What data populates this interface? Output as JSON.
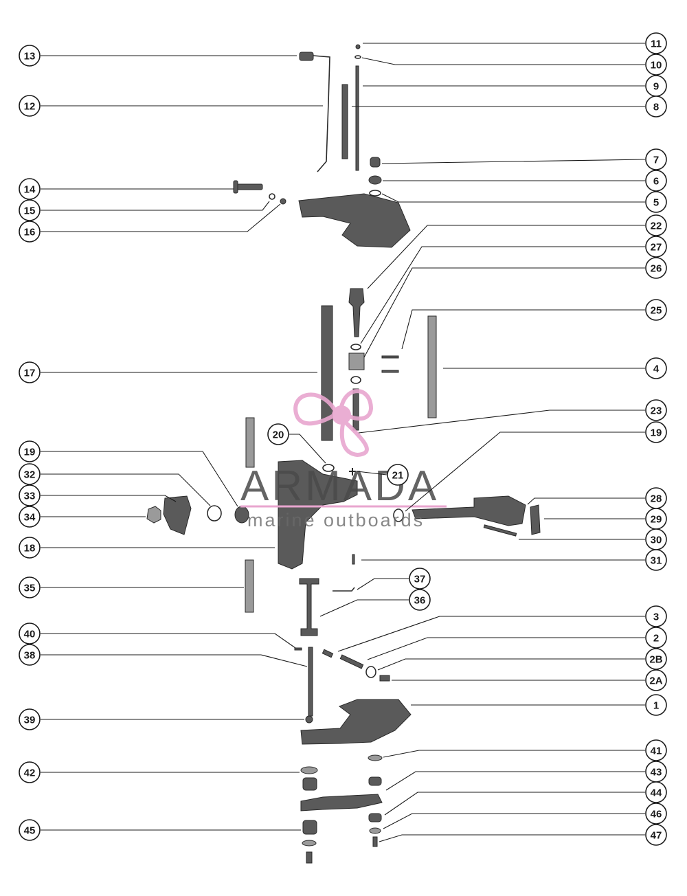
{
  "watermark": {
    "brand": "ARMADA",
    "tagline": "marine outboards",
    "logo_color": "#e8a6cf"
  },
  "callouts_left": [
    "13",
    "12",
    "14",
    "15",
    "16",
    "17",
    "20",
    "19",
    "32",
    "33",
    "34",
    "18",
    "35",
    "40",
    "38",
    "39",
    "42",
    "45"
  ],
  "callouts_right": [
    "11",
    "10",
    "9",
    "8",
    "7",
    "6",
    "5",
    "22",
    "27",
    "26",
    "25",
    "4",
    "23",
    "19",
    "21",
    "28",
    "29",
    "30",
    "31",
    "37",
    "36",
    "3",
    "2",
    "2B",
    "2A",
    "1",
    "41",
    "43",
    "44",
    "46",
    "47"
  ]
}
